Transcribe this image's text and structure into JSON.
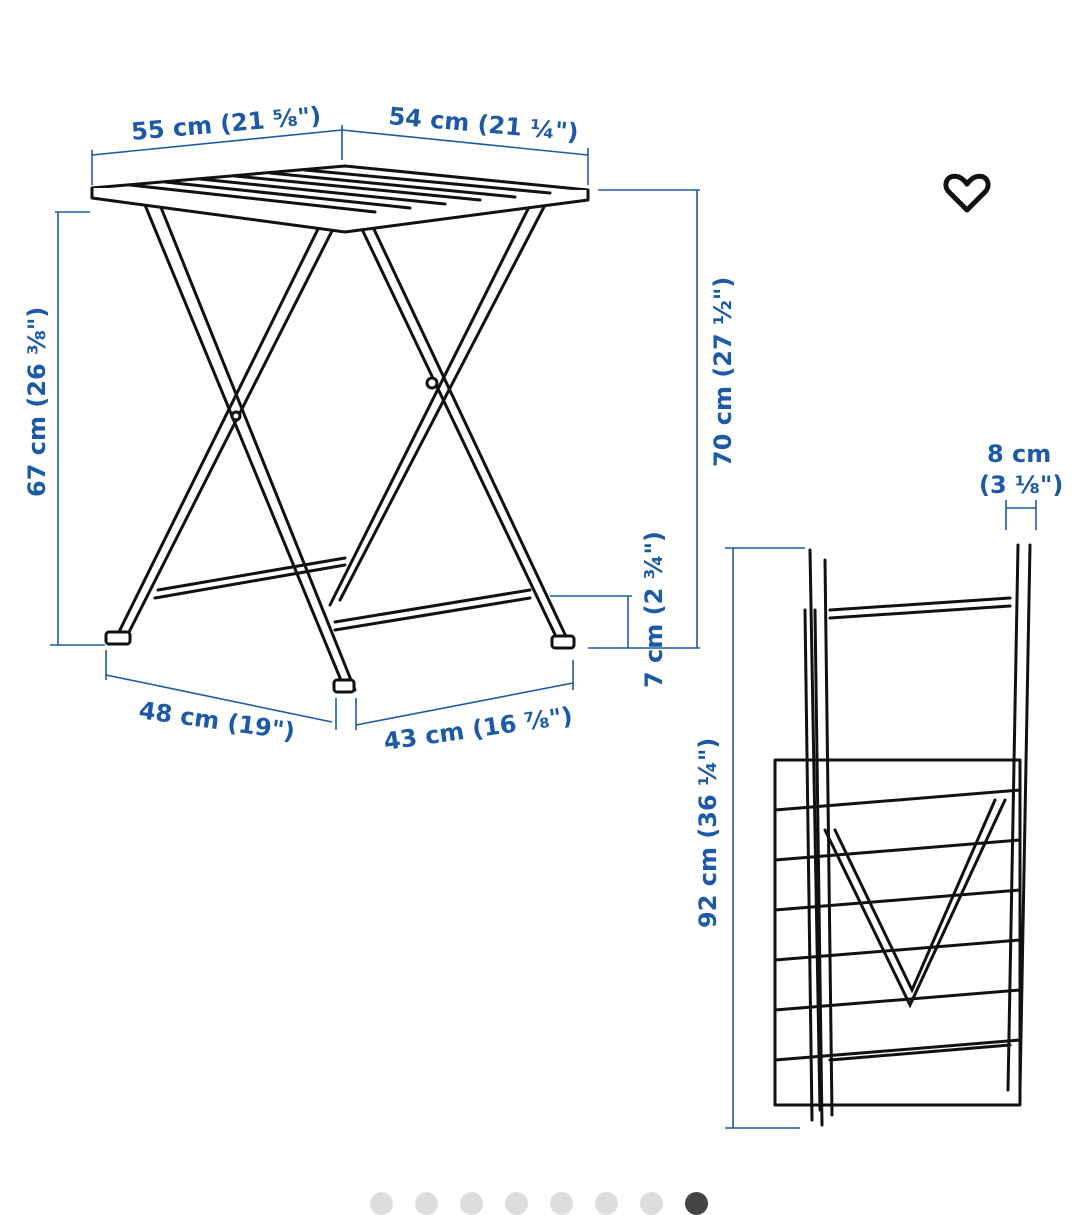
{
  "diagram": {
    "dimensions": {
      "top_width": "55 cm (21 ⅝\")",
      "top_depth": "54 cm (21 ¼\")",
      "height_frame": "67 cm (26 ⅜\")",
      "height_total": "70 cm (27 ½\")",
      "foot_height": "7 cm (2 ¾\")",
      "base_width": "48 cm (19\")",
      "base_depth": "43 cm (16 ⅞\")",
      "folded_thickness_cm": "8 cm",
      "folded_thickness_in": "(3 ⅛\")",
      "folded_height": "92 cm (36 ¼\")"
    },
    "dimension_color": "#1d5aa6"
  },
  "favorite": {
    "icon": "heart-outline-icon"
  },
  "carousel": {
    "total": 8,
    "active_index": 7
  }
}
